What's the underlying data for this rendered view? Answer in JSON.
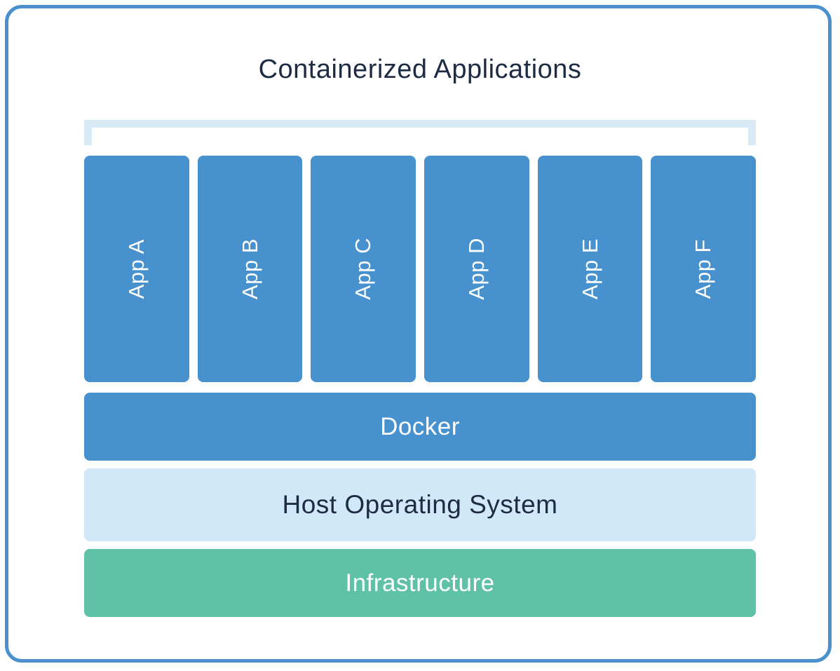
{
  "diagram": {
    "title": "Containerized Applications",
    "apps": [
      {
        "label": "App A"
      },
      {
        "label": "App B"
      },
      {
        "label": "App C"
      },
      {
        "label": "App D"
      },
      {
        "label": "App E"
      },
      {
        "label": "App F"
      }
    ],
    "layers": [
      {
        "id": "docker",
        "label": "Docker"
      },
      {
        "id": "host-os",
        "label": "Host Operating System"
      },
      {
        "id": "infrastructure",
        "label": "Infrastructure"
      }
    ],
    "colors": {
      "container_blue": "#4691ce",
      "host_os_light_blue": "#d1e8f8",
      "bracket_pale_blue": "#d9eaf7",
      "infrastructure_green": "#5fc2a6",
      "title_navy": "#1e2b45",
      "frame_border_blue": "#4a90ce",
      "label_white": "#ffffff"
    }
  }
}
